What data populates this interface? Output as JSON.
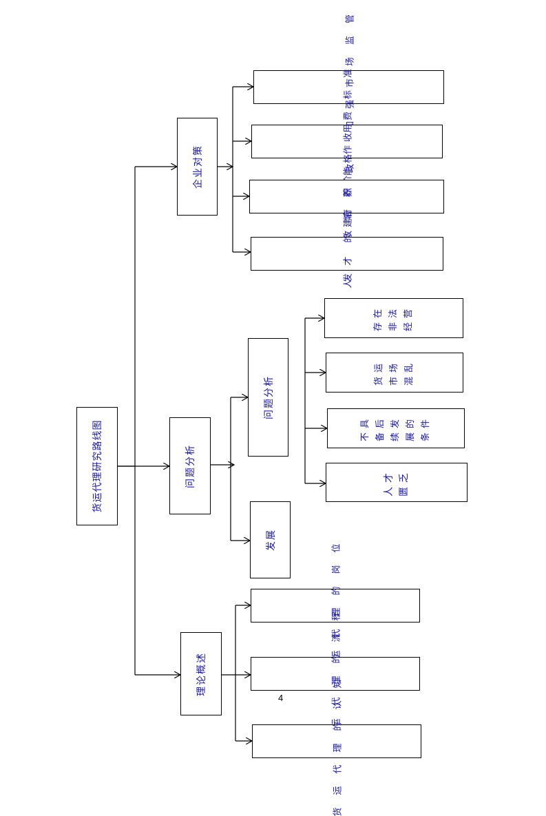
{
  "root": {
    "label": "货运代理研究路线图"
  },
  "branches": {
    "strategy": {
      "label": "企业对策",
      "items": [
        "政府加强市场监管",
        "建立价格收费标准",
        "发挥政府职能作用",
        "加大人才的培养"
      ]
    },
    "problem": {
      "label": "问题分析",
      "sub_problem": {
        "label": "问题分析",
        "items": [
          {
            "line1": "存在",
            "line2": "非法",
            "line3": "经营"
          },
          {
            "line1": "货运",
            "line2": "市场",
            "line3": "混乱"
          },
          {
            "line1": "不具",
            "line2": "备后",
            "line3": "续发",
            "line4": "展的",
            "line5": "条件"
          },
          {
            "line1": "人才",
            "line2": "匮乏"
          }
        ]
      },
      "development": {
        "label": "发展"
      }
    },
    "theory": {
      "label": "理论概述",
      "items": [
        "货运代理的岗位",
        "货运代理的流程",
        "货运代理的认知"
      ]
    }
  },
  "page_number": "4"
}
